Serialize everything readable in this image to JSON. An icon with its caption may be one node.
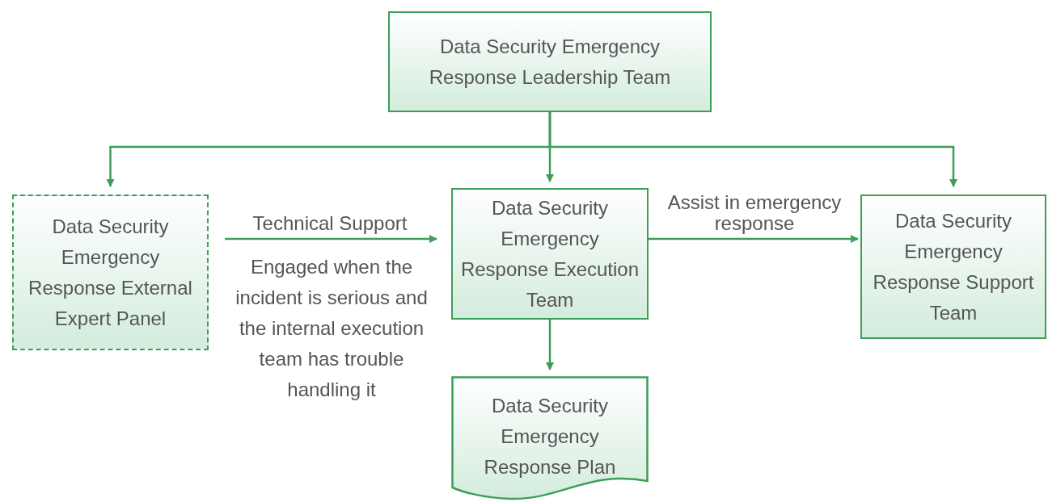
{
  "diagram": {
    "nodes": [
      {
        "text": [
          "Data Security Emergency Response Leadership Team"
        ]
      },
      {
        "text": [
          "Data Security Emergency Response External Expert Panel"
        ]
      },
      {
        "text": [
          "Data Security Emergency Response Execution Team"
        ]
      },
      {
        "text": [
          "Data Security Emergency Response Support Team"
        ]
      },
      {
        "text": [
          "Data Security Emergency Response Plan"
        ]
      }
    ],
    "edges": [
      {
        "from": 0,
        "to": 1,
        "arrow": "to"
      },
      {
        "from": 0,
        "to": 2,
        "arrow": "to"
      },
      {
        "from": 0,
        "to": 3,
        "arrow": "to"
      },
      {
        "from": 1,
        "to": 2,
        "arrow": "to",
        "label": "Technical Support"
      },
      {
        "from": 2,
        "to": 3,
        "arrow": "to",
        "label": "Assist in emergency response"
      },
      {
        "from": 2,
        "to": 4,
        "arrow": "to"
      }
    ],
    "labels": [
      "Engaged when the incident is serious and the internal execution team has trouble handling it"
    ]
  }
}
